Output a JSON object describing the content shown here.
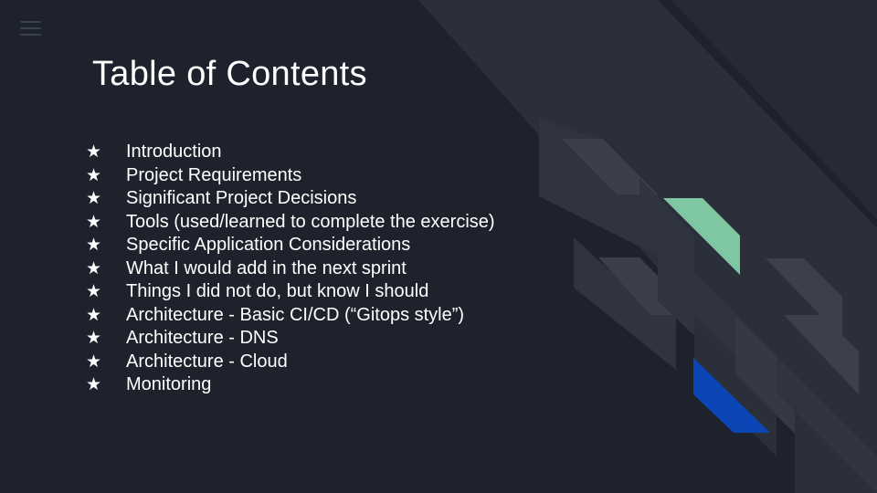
{
  "slide": {
    "title": "Table of Contents",
    "bullet_glyph": "★",
    "items": [
      {
        "label": "Introduction"
      },
      {
        "label": "Project Requirements"
      },
      {
        "label": "Significant Project Decisions"
      },
      {
        "label": "Tools (used/learned to complete the exercise)"
      },
      {
        "label": "Specific Application Considerations"
      },
      {
        "label": "What I would add in the next sprint"
      },
      {
        "label": "Things I did not do, but know I should"
      },
      {
        "label": "Architecture - Basic CI/CD (“Gitops style”)"
      },
      {
        "label": "Architecture - DNS"
      },
      {
        "label": "Architecture - Cloud"
      },
      {
        "label": "Monitoring"
      }
    ]
  },
  "icons": {
    "menu": "hamburger-menu-icon",
    "bullet": "star-icon"
  },
  "colors": {
    "background": "#1e222c",
    "stripe_light": "#2b303a",
    "stripe_mid": "#333843",
    "accent_green": "#7ec7a2",
    "accent_blue": "#0b46b4"
  }
}
